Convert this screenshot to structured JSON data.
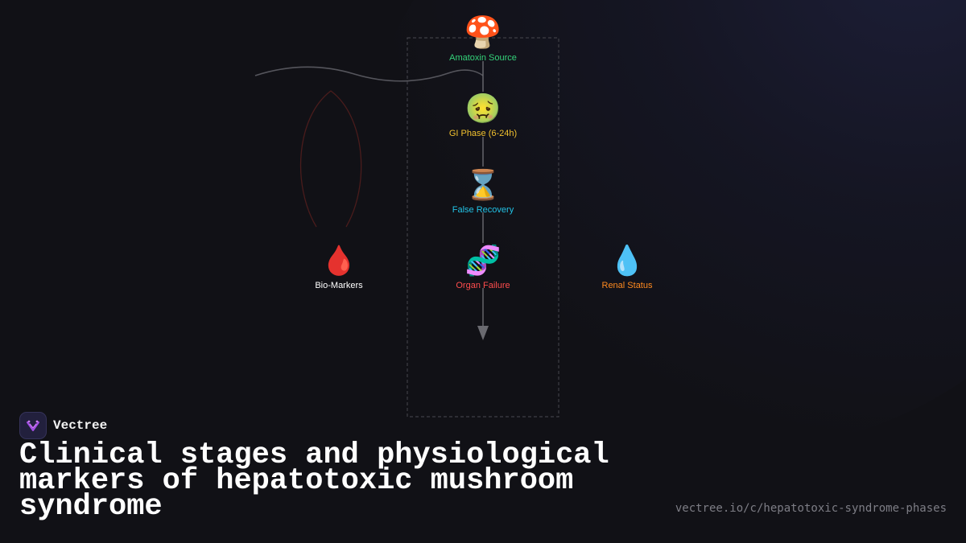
{
  "diagram": {
    "nodes": [
      {
        "id": "amatoxin",
        "icon": "mushroom-icon",
        "emoji": "🍄",
        "label": "Amatoxin Source",
        "color": "#34d37a"
      },
      {
        "id": "gi",
        "icon": "nauseated-face-icon",
        "emoji": "🤢",
        "label": "GI Phase (6-24h)",
        "color": "#f2c12e"
      },
      {
        "id": "recovery",
        "icon": "hourglass-icon",
        "emoji": "⌛",
        "label": "False Recovery",
        "color": "#22c3e6"
      },
      {
        "id": "biomarkers",
        "icon": "blood-drop-icon",
        "emoji": "🩸",
        "label": "Bio-Markers",
        "color": "#ffffff"
      },
      {
        "id": "organ",
        "icon": "dna-icon",
        "emoji": "🧬",
        "label": "Organ Failure",
        "color": "#ff4d4d"
      },
      {
        "id": "renal",
        "icon": "water-drop-icon",
        "emoji": "💧",
        "label": "Renal Status",
        "color": "#ff8a1f"
      }
    ],
    "edges": [
      {
        "from": "amatoxin",
        "to": "gi"
      },
      {
        "from": "gi",
        "to": "recovery"
      },
      {
        "from": "recovery",
        "to": "organ"
      }
    ]
  },
  "footer": {
    "brand": "Vectree",
    "title": "Clinical stages and physiological markers of hepatotoxic mushroom syndrome",
    "url": "vectree.io/c/hepatotoxic-syndrome-phases"
  }
}
